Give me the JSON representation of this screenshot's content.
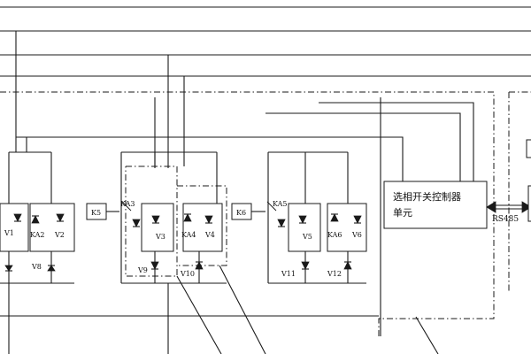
{
  "diagram": {
    "control_unit": {
      "line1": "选相开关控制器",
      "line2": "单元"
    },
    "bus_label": "RS485",
    "contactors": [
      "K5",
      "K6"
    ],
    "relay_contacts": [
      "KA3",
      "KA4",
      "KA5",
      "KA6"
    ],
    "left_partial": [
      "KA2",
      "V1",
      "V2",
      "V8"
    ],
    "thyristor_labels": [
      "V3",
      "V4",
      "V5",
      "V6"
    ],
    "diode_labels": [
      "V9",
      "V10",
      "V11",
      "V12"
    ]
  }
}
